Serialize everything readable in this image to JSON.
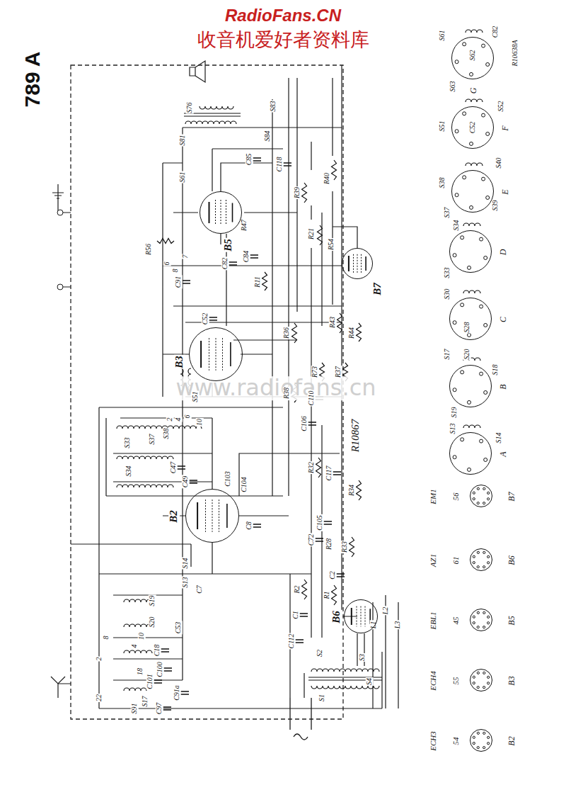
{
  "diagram": {
    "nodes": [
      {
        "text": [
          "B5"
        ]
      },
      {
        "text": [
          "B7"
        ]
      },
      {
        "text": [
          "B3"
        ]
      },
      {
        "text": [
          "B2"
        ]
      },
      {
        "text": [
          "B6"
        ]
      },
      {
        "text": [
          "G"
        ]
      },
      {
        "text": [
          "F"
        ]
      },
      {
        "text": [
          "E"
        ]
      },
      {
        "text": [
          "D"
        ]
      },
      {
        "text": [
          "C"
        ]
      },
      {
        "text": [
          "B"
        ]
      },
      {
        "text": [
          "A"
        ]
      },
      {
        "text": [
          "EM1",
          "56",
          "B7"
        ]
      },
      {
        "text": [
          "AZ1",
          "61",
          "B6"
        ]
      },
      {
        "text": [
          "EBL1",
          "45",
          "B5"
        ]
      },
      {
        "text": [
          "ECH4",
          "55",
          "B3"
        ]
      },
      {
        "text": [
          "ECH3",
          "54",
          "B2"
        ]
      }
    ],
    "labels": [
      "RadioFans.CN",
      "收音机爱好者资料库",
      "789 A",
      "R10867",
      "www.radiofans.cn",
      "S76",
      "S81",
      "S61",
      "S83",
      "S84",
      "C85",
      "C118",
      "R39",
      "R40",
      "R56",
      "R47",
      "C82",
      "C84",
      "R11",
      "R21",
      "R54",
      "C91",
      "R36",
      "R43",
      "R44",
      "R73",
      "R37",
      "R38",
      "C110",
      "C106",
      "S51",
      "C52",
      "S33",
      "S34",
      "S37",
      "S38",
      "C47",
      "C49",
      "R32",
      "C117",
      "R34",
      "C103",
      "C104",
      "C8",
      "C105",
      "C72",
      "R28",
      "R33",
      "S14",
      "S13",
      "C7",
      "S19",
      "S20",
      "C53",
      "R2",
      "R1",
      "C1",
      "C2",
      "C112",
      "S2",
      "S3",
      "S4",
      "L1",
      "L2",
      "L3",
      "S1",
      "C18",
      "C100",
      "C101",
      "S17",
      "S91",
      "C97",
      "C91a",
      "6",
      "8",
      "7",
      "2",
      "4",
      "6",
      "10",
      "2",
      "8",
      "10",
      "4",
      "22",
      "18",
      "S61",
      "S62",
      "C82",
      "S63",
      "R10638A",
      "S51",
      "C52",
      "S52",
      "S38",
      "S40",
      "S37",
      "S39",
      "S34",
      "S33",
      "S30",
      "S28",
      "S17",
      "S20",
      "S18",
      "S19",
      "S13",
      "S14"
    ]
  }
}
